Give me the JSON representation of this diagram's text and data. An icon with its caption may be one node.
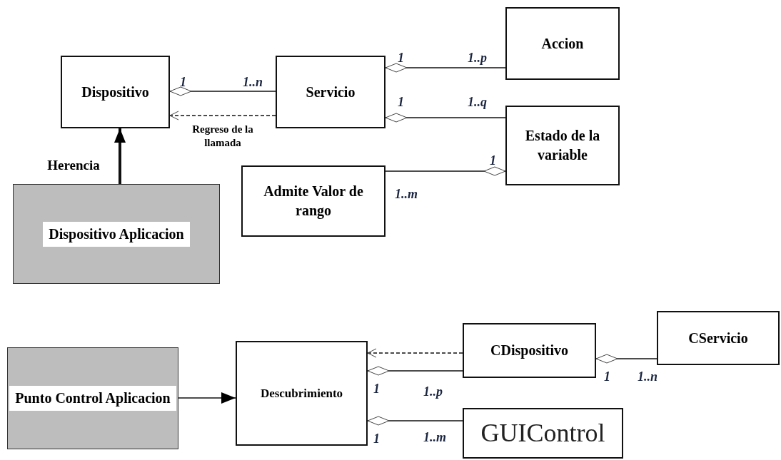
{
  "diagram": {
    "nodes": [
      {
        "text": [
          "Dispositivo"
        ]
      },
      {
        "text": [
          "Servicio"
        ]
      },
      {
        "text": [
          "Accion"
        ]
      },
      {
        "text": [
          "Estado de la variable"
        ]
      },
      {
        "text": [
          "Admite Valor de rango"
        ]
      },
      {
        "text": [
          "Dispositivo Aplicacion"
        ]
      },
      {
        "text": [
          "Punto Control Aplicacion"
        ]
      },
      {
        "text": [
          "Descubrimiento"
        ]
      },
      {
        "text": [
          "CDispositivo"
        ]
      },
      {
        "text": [
          "CServicio"
        ]
      },
      {
        "text": [
          "GUIControl"
        ]
      }
    ],
    "edges": [
      {
        "from": 0,
        "to": 1,
        "arrow": "other"
      },
      {
        "from": 1,
        "to": 0,
        "arrow": "to",
        "style": "dashed",
        "label": "Regreso de la llamada"
      },
      {
        "from": 1,
        "to": 2,
        "arrow": "other"
      },
      {
        "from": 1,
        "to": 3,
        "arrow": "other"
      },
      {
        "from": 3,
        "to": 4,
        "arrow": "other"
      },
      {
        "from": 5,
        "to": 0,
        "arrow": "to",
        "style": "thick",
        "label": "Herencia"
      },
      {
        "from": 6,
        "to": 7,
        "arrow": "to"
      },
      {
        "from": 8,
        "to": 7,
        "arrow": "to",
        "style": "dashed"
      },
      {
        "from": 7,
        "to": 8,
        "arrow": "other"
      },
      {
        "from": 8,
        "to": 9,
        "arrow": "other"
      },
      {
        "from": 7,
        "to": 10,
        "arrow": "other"
      }
    ],
    "labels": [
      "1",
      "1..n",
      "1",
      "1..p",
      "1",
      "1..q",
      "1",
      "1..m",
      "1",
      "1..p",
      "1",
      "1..n",
      "1",
      "1..m"
    ]
  }
}
